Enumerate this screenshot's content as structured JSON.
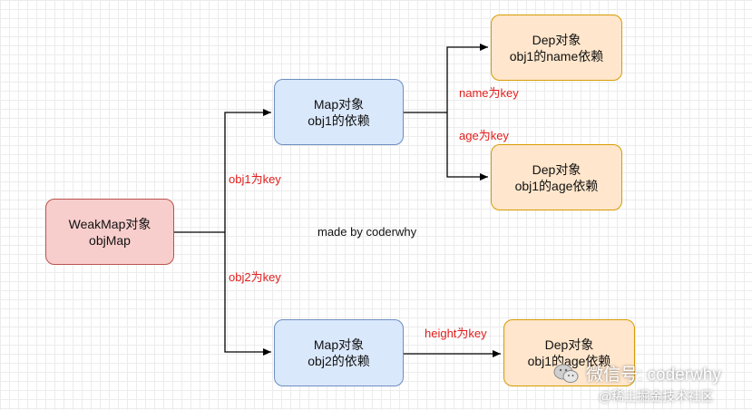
{
  "nodes": {
    "weakmap": {
      "line1": "WeakMap对象",
      "line2": "objMap"
    },
    "map1": {
      "line1": "Map对象",
      "line2": "obj1的依赖"
    },
    "map2": {
      "line1": "Map对象",
      "line2": "obj2的依赖"
    },
    "dep_name": {
      "line1": "Dep对象",
      "line2": "obj1的name依赖"
    },
    "dep_age": {
      "line1": "Dep对象",
      "line2": "obj1的age依赖"
    },
    "dep_height": {
      "line1": "Dep对象",
      "line2": "obj1的age依赖"
    }
  },
  "edge_labels": {
    "obj1_key": "obj1为key",
    "obj2_key": "obj2为key",
    "name_key": "name为key",
    "age_key": "age为key",
    "height_key": "height为key"
  },
  "caption": "made by coderwhy",
  "watermark": {
    "wechat": "微信号: coderwhy",
    "community": "@稀土掘金技术社区"
  },
  "colors": {
    "red_fill": "#f8cecc",
    "blue_fill": "#dae8fc",
    "orange_fill": "#ffe6cc",
    "edge_label": "#e0201e"
  }
}
